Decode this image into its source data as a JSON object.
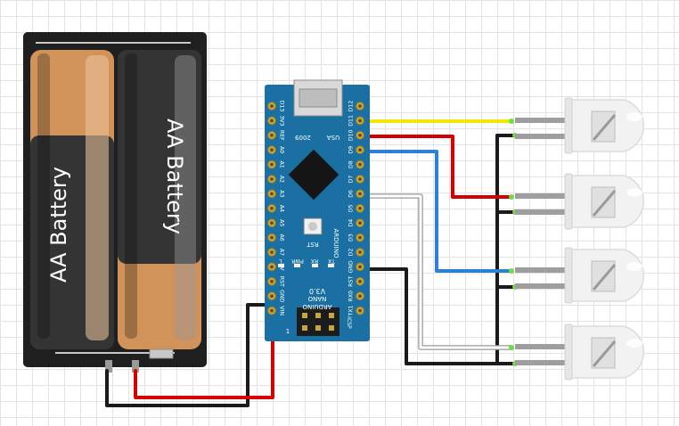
{
  "battery_pack": {
    "cell_1_label": "AA Battery",
    "cell_2_label": "AA Battery",
    "case_color": "#1f1f1f",
    "cell_color": "#d1935a"
  },
  "arduino": {
    "board_color": "#1a6fa3",
    "version_label": "V3.0",
    "name_label": "NANO",
    "brand_label": "ARDUINO",
    "year_label": "2009",
    "usa_label": "USA",
    "rst_label": "RST",
    "icsp_label": "ICSP",
    "led_labels": [
      "L",
      "PWR",
      "RX",
      "TX"
    ],
    "left_pins": [
      "D13",
      "3V3",
      "REF",
      "A0",
      "A1",
      "A2",
      "A3",
      "A4",
      "A5",
      "A6",
      "A7",
      "5V",
      "RST",
      "GND",
      "VIN"
    ],
    "right_pins": [
      "D12",
      "D11",
      "D10",
      "D9",
      "D8",
      "D7",
      "D6",
      "D5",
      "D4",
      "D3",
      "D2",
      "GND",
      "RST",
      "RX0",
      "TX1"
    ]
  },
  "leds": {
    "count": 4,
    "color": "#f2f2f2"
  },
  "wires": {
    "yellow": "#f2e600",
    "red": "#d40000",
    "blue": "#2f7fd9",
    "white": "#ffffff",
    "black": "#1a1a1a"
  }
}
